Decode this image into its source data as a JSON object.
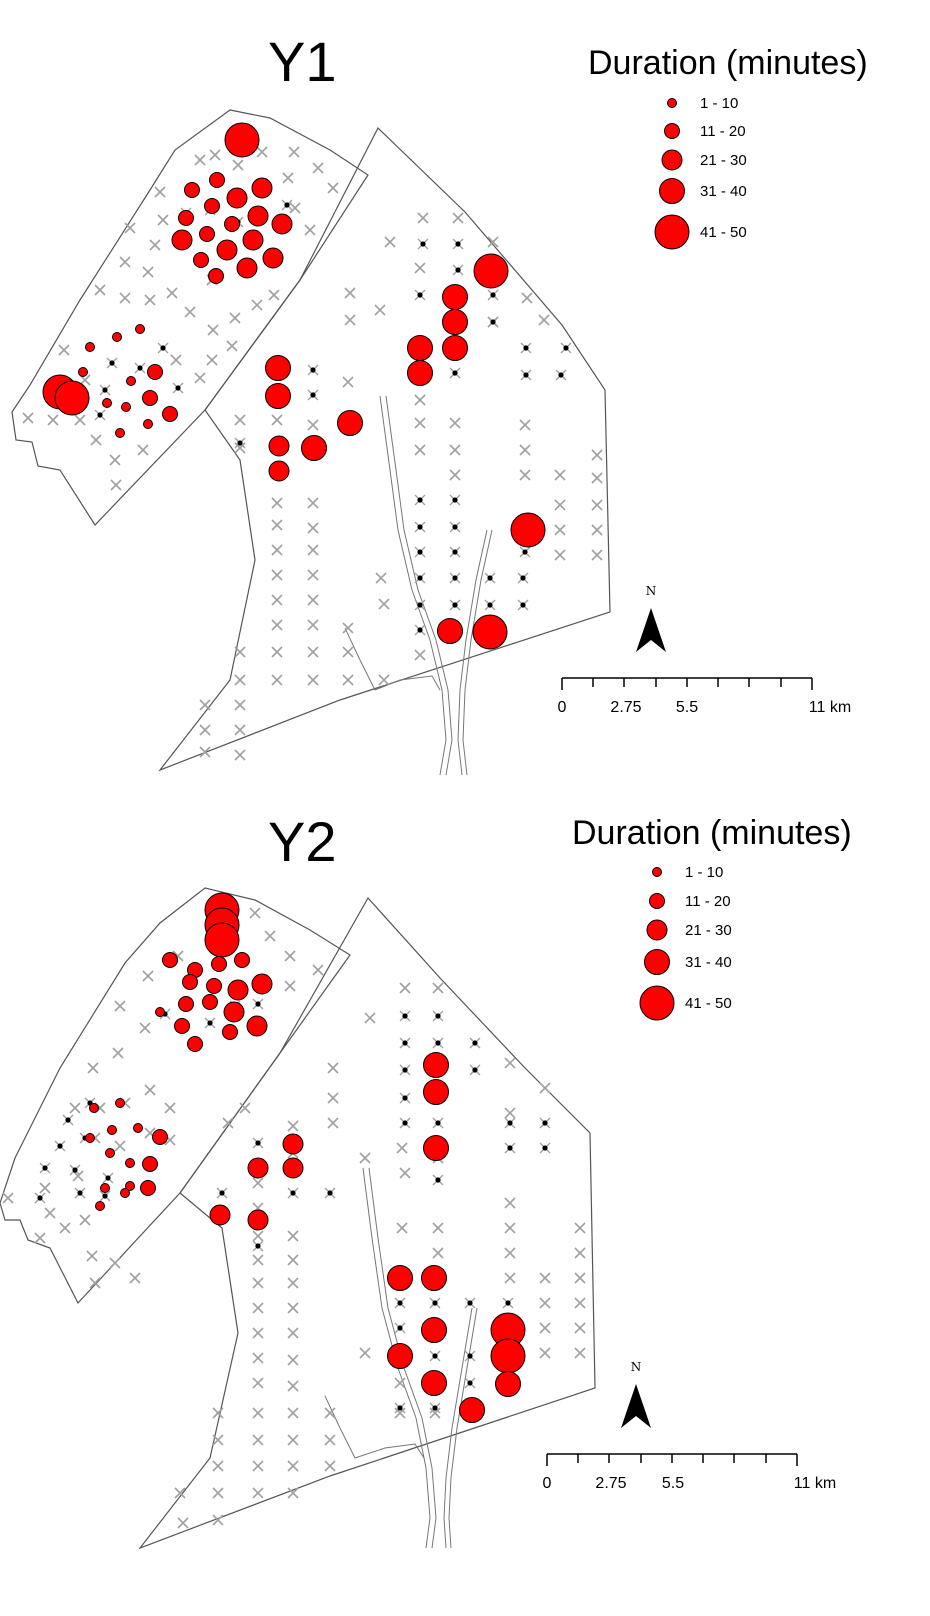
{
  "panels": [
    {
      "title": "Y1",
      "legend": {
        "title": "Duration (minutes)",
        "classes": [
          "1 - 10",
          "11 - 20",
          "21 - 30",
          "31 - 40",
          "41 - 50"
        ]
      },
      "north_label": "N",
      "scale_bar": {
        "ticks": [
          "0",
          "2.75",
          "5.5",
          "11 km"
        ]
      }
    },
    {
      "title": "Y2",
      "legend": {
        "title": "Duration (minutes)",
        "classes": [
          "1 - 10",
          "11 - 20",
          "21 - 30",
          "31 - 40",
          "41 - 50"
        ]
      },
      "north_label": "N",
      "scale_bar": {
        "ticks": [
          "0",
          "2.75",
          "5.5",
          "11 km"
        ]
      }
    }
  ],
  "colors": {
    "detection": "#ff0000",
    "detection_stroke": "#000000",
    "no_detection_marker": "#a0a0a0",
    "boundary": "#555555",
    "river": "#777777"
  },
  "symbols": {
    "detection": "red-circle",
    "no_detection": "grey-x",
    "low_detection": "black-dot",
    "north": "north-arrow"
  }
}
